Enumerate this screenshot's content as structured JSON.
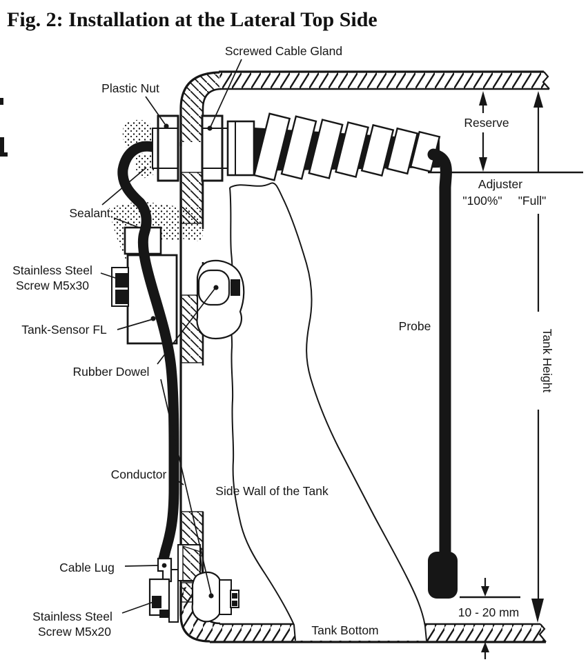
{
  "figure": {
    "title": "Fig. 2: Installation at the Lateral Top Side",
    "background": "#ffffff",
    "ink": "#161616",
    "style": "black-and-white technical line drawing"
  },
  "labels": {
    "screwed_cable_gland": "Screwed Cable Gland",
    "plastic_nut": "Plastic Nut",
    "sealant": "Sealant",
    "stainless_screw_top_line1": "Stainless Steel",
    "stainless_screw_top_line2": "Screw M5x30",
    "tank_sensor": "Tank-Sensor FL",
    "rubber_dowel": "Rubber Dowel",
    "conductor": "Conductor",
    "side_wall": "Side Wall of the Tank",
    "cable_lug": "Cable Lug",
    "stainless_screw_bottom_line1": "Stainless Steel",
    "stainless_screw_bottom_line2": "Screw M5x20",
    "tank_bottom": "Tank Bottom",
    "probe": "Probe"
  },
  "dimensions": {
    "reserve": "Reserve",
    "adjuster": "Adjuster",
    "adjuster_value_1": "\"100%\"",
    "adjuster_value_2": "\"Full\"",
    "tank_height": "Tank Height",
    "probe_gap": "10 - 20 mm"
  }
}
